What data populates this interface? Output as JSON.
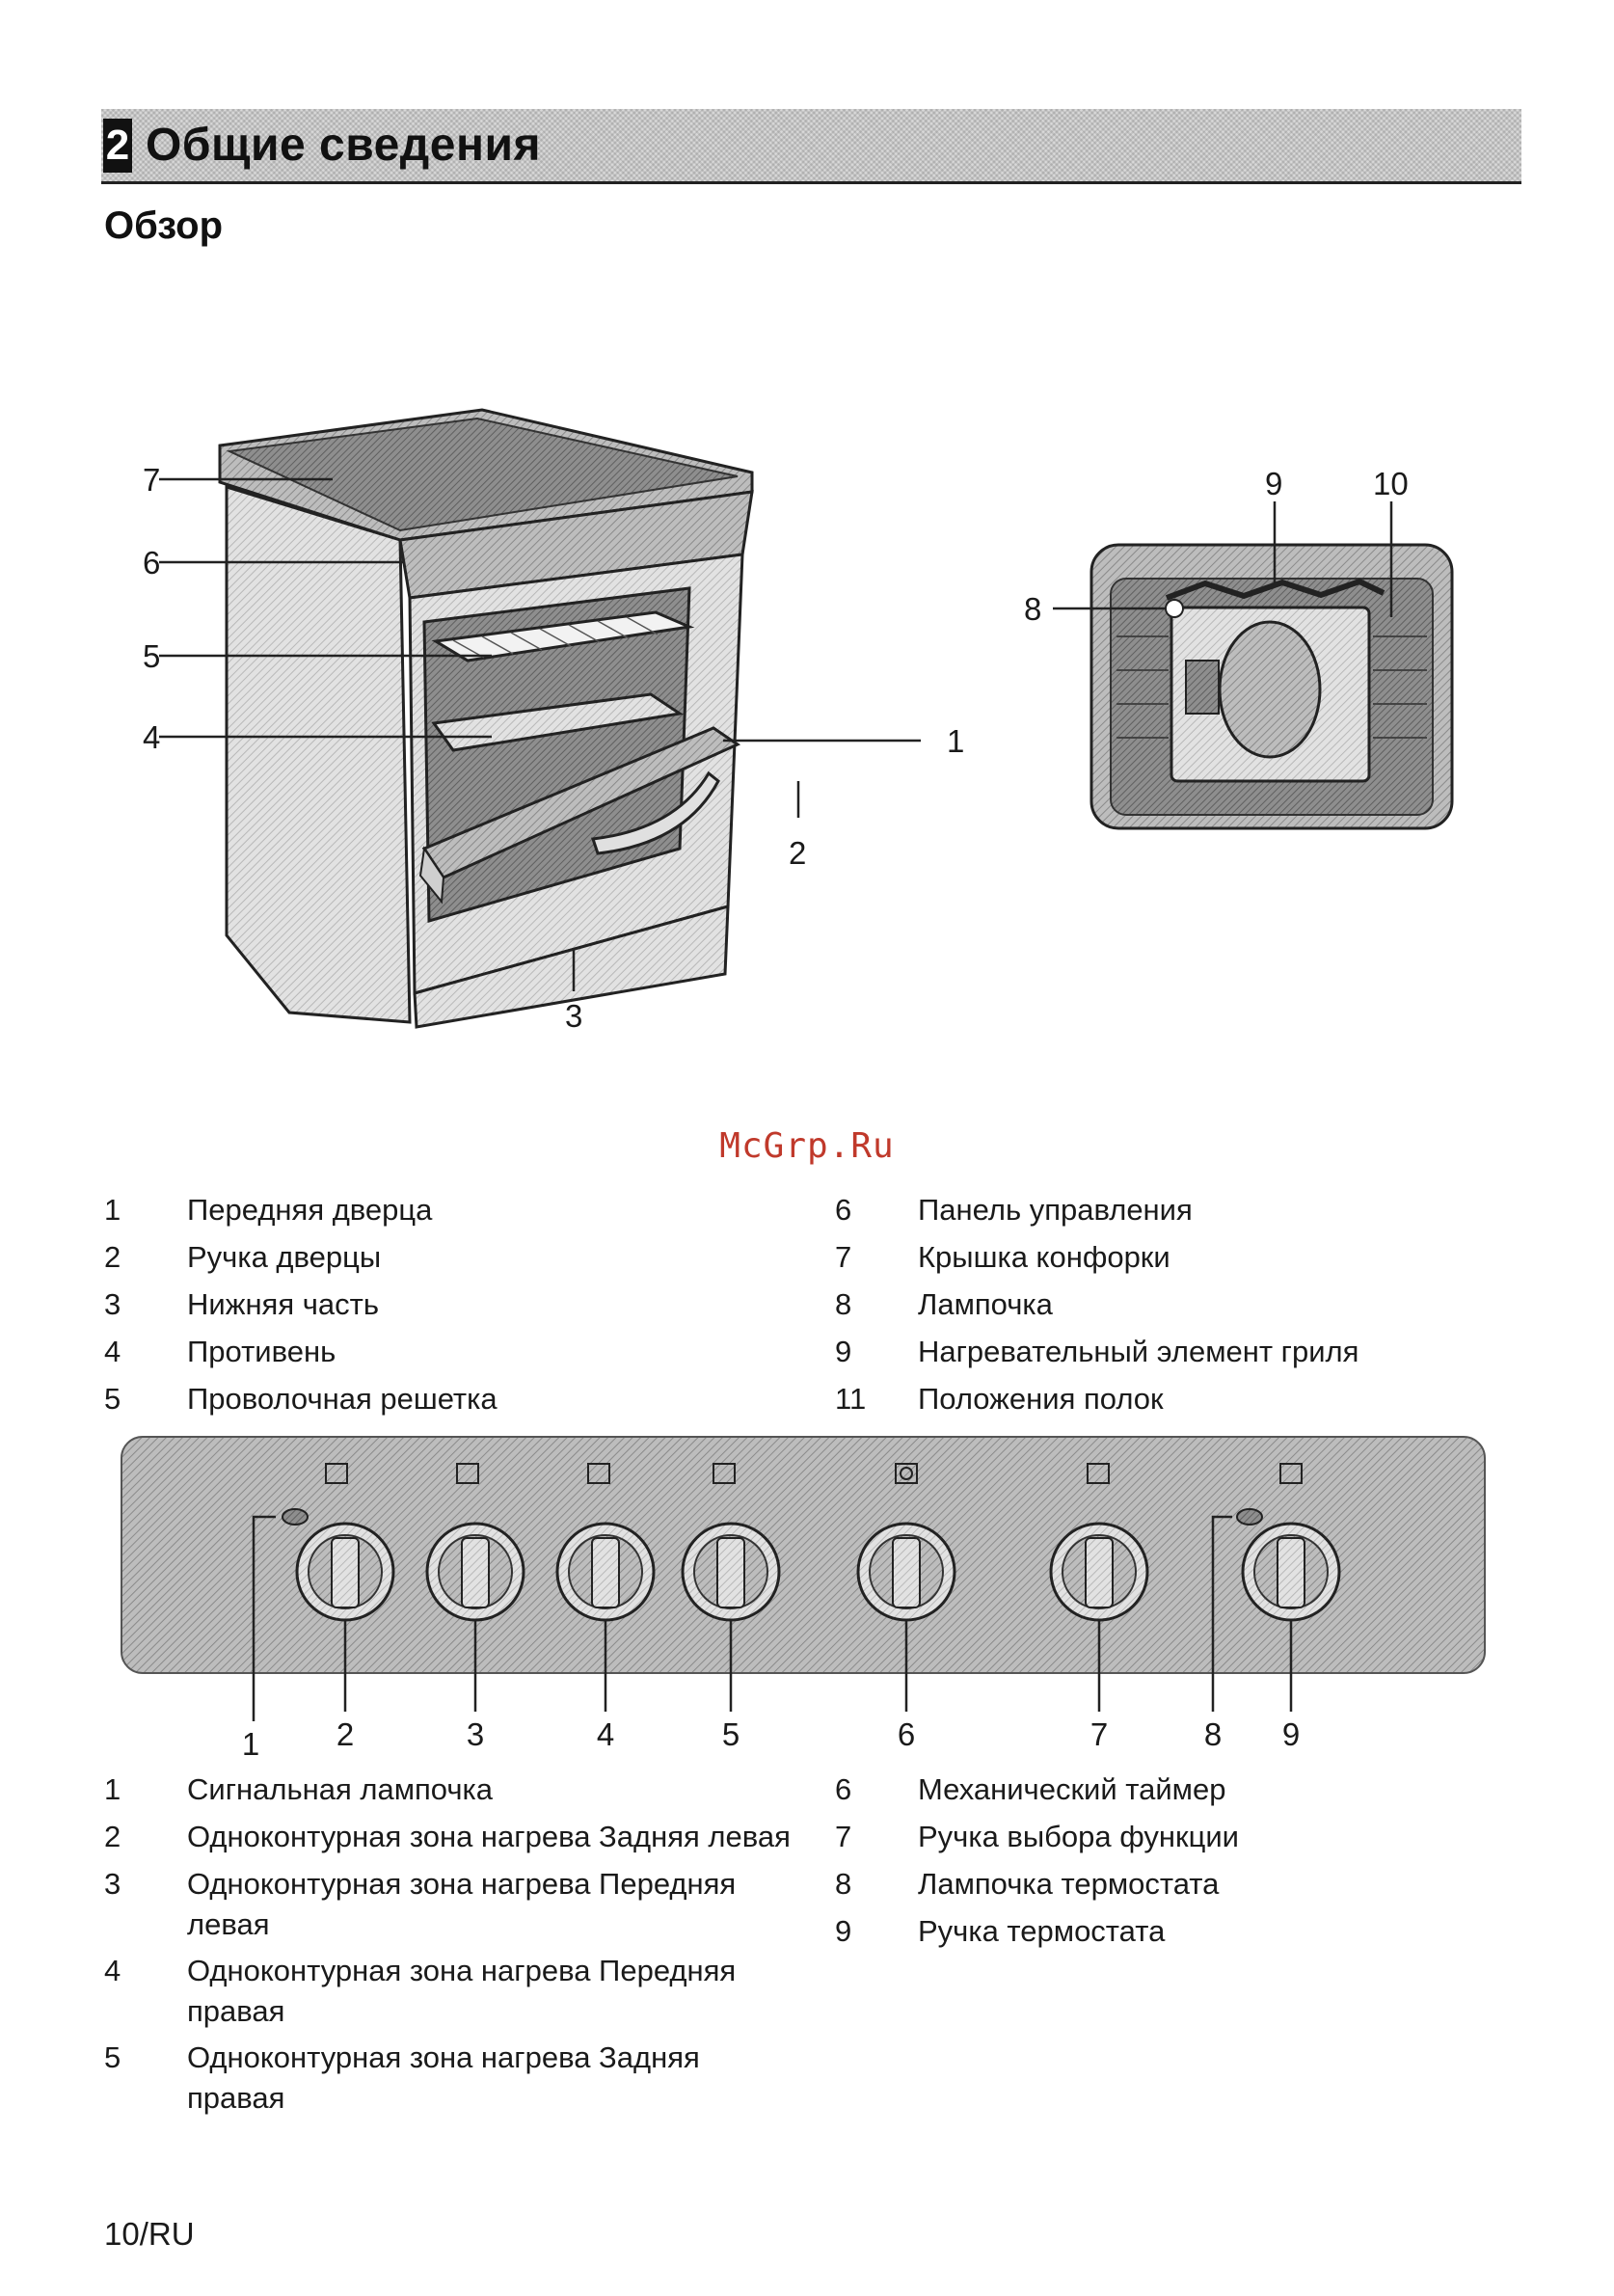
{
  "header": {
    "number": "2",
    "title": "Общие сведения"
  },
  "subsection": {
    "title": "Обзор"
  },
  "watermark": "McGrp.Ru",
  "oven_callouts": [
    "1",
    "2",
    "3",
    "4",
    "5",
    "6",
    "7"
  ],
  "oven_detail_callouts": [
    "8",
    "9",
    "10"
  ],
  "legend_top_left": [
    {
      "n": "1",
      "text": "Передняя дверца"
    },
    {
      "n": "2",
      "text": "Ручка дверцы"
    },
    {
      "n": "3",
      "text": "Нижняя часть"
    },
    {
      "n": "4",
      "text": "Противень"
    },
    {
      "n": "5",
      "text": "Проволочная решетка"
    }
  ],
  "legend_top_right": [
    {
      "n": "6",
      "text": "Панель управления"
    },
    {
      "n": "7",
      "text": "Крышка конфорки"
    },
    {
      "n": "8",
      "text": "Лампочка"
    },
    {
      "n": "9",
      "text": "Нагревательный элемент гриля"
    },
    {
      "n": "11",
      "text": "Положения полок"
    }
  ],
  "panel_callouts": [
    "1",
    "2",
    "3",
    "4",
    "5",
    "6",
    "7",
    "8",
    "9"
  ],
  "legend_bottom_left": [
    {
      "n": "1",
      "text": "Сигнальная лампочка"
    },
    {
      "n": "2",
      "text": "Одноконтурная зона нагрева Задняя левая"
    },
    {
      "n": "3",
      "text": "Одноконтурная зона нагрева Передняя левая"
    },
    {
      "n": "4",
      "text": "Одноконтурная зона нагрева Передняя правая"
    },
    {
      "n": "5",
      "text": "Одноконтурная зона нагрева Задняя правая"
    }
  ],
  "legend_bottom_right": [
    {
      "n": "6",
      "text": "Механический таймер"
    },
    {
      "n": "7",
      "text": "Ручка выбора функции"
    },
    {
      "n": "8",
      "text": "Лампочка термостата"
    },
    {
      "n": "9",
      "text": "Ручка термостата"
    }
  ],
  "footer": {
    "page": "10/RU"
  },
  "colors": {
    "watermark": "#c0392b",
    "header_bg": "#d9d9d9",
    "panel_bg": "#9a9a9a"
  }
}
